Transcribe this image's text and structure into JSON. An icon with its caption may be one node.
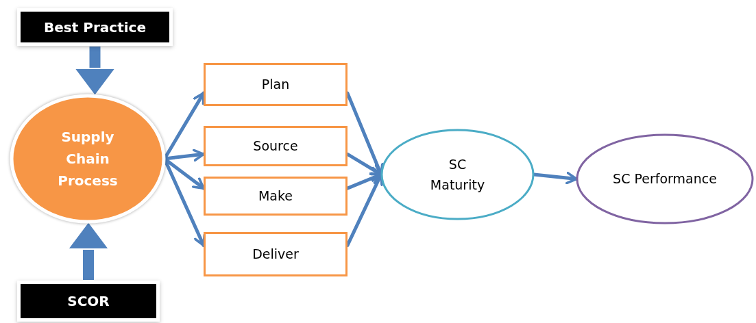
{
  "diagram": {
    "nodes": [
      {
        "text": [
          "Best Practice"
        ]
      },
      {
        "text": [
          "Supply Chain Process"
        ]
      },
      {
        "text": [
          "Plan"
        ]
      },
      {
        "text": [
          "Source"
        ]
      },
      {
        "text": [
          "Make"
        ]
      },
      {
        "text": [
          "Deliver"
        ]
      },
      {
        "text": [
          "SC Maturity"
        ]
      },
      {
        "text": [
          "SC Performance"
        ]
      },
      {
        "text": [
          "SCOR"
        ]
      }
    ],
    "edges": [
      {
        "from": 0,
        "to": 1,
        "arrow": "to",
        "style": "thick"
      },
      {
        "from": 8,
        "to": 1,
        "arrow": "to",
        "style": "thick"
      },
      {
        "from": 1,
        "to": 2,
        "arrow": "to"
      },
      {
        "from": 1,
        "to": 3,
        "arrow": "to"
      },
      {
        "from": 1,
        "to": 4,
        "arrow": "to"
      },
      {
        "from": 1,
        "to": 5,
        "arrow": "to"
      },
      {
        "from": 2,
        "to": 6,
        "arrow": "to"
      },
      {
        "from": 3,
        "to": 6,
        "arrow": "to"
      },
      {
        "from": 4,
        "to": 6,
        "arrow": "to"
      },
      {
        "from": 5,
        "to": 6,
        "arrow": "to"
      },
      {
        "from": 6,
        "to": 7,
        "arrow": "to"
      }
    ]
  }
}
